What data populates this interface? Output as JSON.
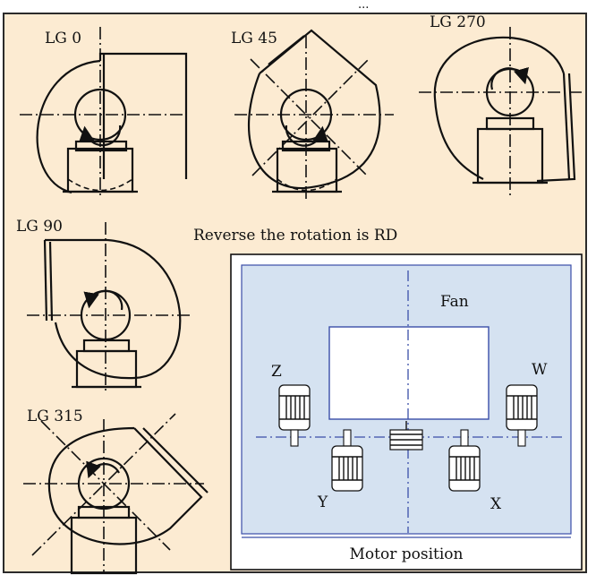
{
  "header_fragment": "...",
  "fan_arrangements": [
    {
      "label": "LG 0"
    },
    {
      "label": "LG 45"
    },
    {
      "label": "LG 270"
    },
    {
      "label": "LG 90"
    },
    {
      "label": "LG 315"
    }
  ],
  "note": "Reverse the rotation is RD",
  "motor_panel": {
    "fan_label": "Fan",
    "positions": [
      "Z",
      "W",
      "Y",
      "X"
    ],
    "caption": "Motor position"
  },
  "colors": {
    "panel_bg": "#fcebd2",
    "motor_panel_bg": "#d5e2f1",
    "accent_blue": "#3a4ea8"
  }
}
